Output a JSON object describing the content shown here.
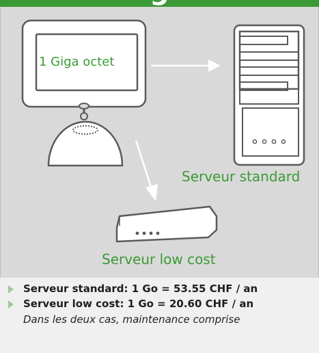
{
  "header": {
    "title_fragment": "g",
    "accent_color": "#3b9a35"
  },
  "diagram": {
    "data_label": "1 Giga octet",
    "standard_server_label": "Serveur standard",
    "low_cost_server_label": "Serveur low cost",
    "panel_color": "#d9d9d9",
    "text_color": "#3b9a35"
  },
  "footer": {
    "lines": [
      "Serveur standard: 1 Go = 53.55 CHF / an",
      "Serveur low cost: 1 Go = 20.60 CHF / an"
    ],
    "note": "Dans les deux cas, maintenance  comprise"
  }
}
